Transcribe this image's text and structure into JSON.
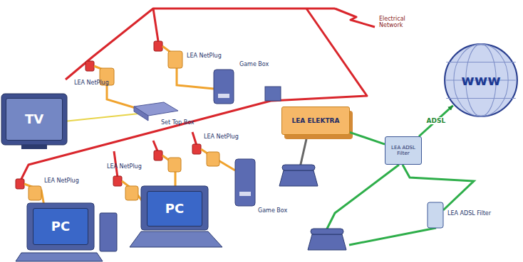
{
  "diagram": {
    "nodes": [
      {
        "text": [
          "TV"
        ]
      },
      {
        "text": [
          "PC"
        ]
      },
      {
        "text": [
          "PC"
        ]
      },
      {
        "text": [
          "LEA ELEKTRA"
        ]
      },
      {
        "text": [
          "LEA ADSL Filter"
        ]
      },
      {
        "text": [
          "www"
        ]
      }
    ],
    "edges": [
      {
        "from": 3,
        "to": 4,
        "arrow": "none"
      },
      {
        "from": 4,
        "to": 5,
        "label": "ADSL",
        "arrow": "to"
      }
    ],
    "labels": [
      "Electrical Network",
      "LEA NetPlug",
      "LEA NetPlug",
      "Set Top Box",
      "Game Box",
      "LEA NetPlug",
      "LEA NetPlug",
      "LEA NetPlug",
      "Game Box",
      "LEA ADSL Filter"
    ]
  }
}
